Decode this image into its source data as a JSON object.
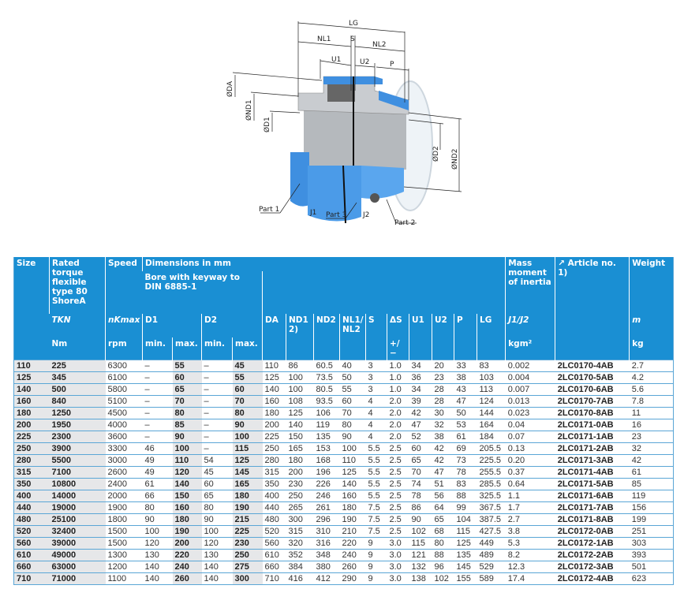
{
  "drawing": {
    "labels": {
      "LG": "LG",
      "NL1": "NL1",
      "S": "S",
      "NL2": "NL2",
      "U1": "U1",
      "U2": "U2",
      "P": "P",
      "DA": "ØDA",
      "ND1": "ØND1",
      "D1": "ØD1",
      "D2": "ØD2",
      "ND2": "ØND2",
      "part1": "Part 1",
      "part2": "Part 2",
      "part3": "Part 3",
      "J1": "J1",
      "J2": "J2"
    },
    "colors": {
      "blue": "#3f8fe0",
      "steel": "#b8bcc0"
    }
  },
  "table": {
    "header": {
      "size": "Size",
      "rated": "Rated torque flexible type 80 ShoreA",
      "speed": "Speed",
      "dimensions": "Dimensions in mm",
      "bore": "Bore with keyway to DIN 6885-1",
      "mass": "Mass moment of inertia",
      "article": "↗ Article no. 1)",
      "weight": "Weight",
      "tkn": "TKN",
      "nkmax": "nKmax",
      "D1": "D1",
      "D2": "D2",
      "DA": "DA",
      "ND1": "ND1 2)",
      "ND2": "ND2",
      "NL": "NL1/ NL2",
      "S": "S",
      "dS": "ΔS",
      "U1": "U1",
      "U2": "U2",
      "P": "P",
      "LG": "LG",
      "J": "J1/J2",
      "m": "m",
      "Nm": "Nm",
      "rpm": "rpm",
      "min1": "min.",
      "max1": "max.",
      "min2": "min.",
      "max2": "max.",
      "pm": "+/−",
      "kgm2": "kgm²",
      "kg": "kg"
    },
    "rows": [
      [
        "110",
        "225",
        "6300",
        "–",
        "55",
        "–",
        "45",
        "110",
        "86",
        "60.5",
        "40",
        "3",
        "1.0",
        "34",
        "20",
        "33",
        "83",
        "0.002",
        "2LC0170-4AB",
        "2.7"
      ],
      [
        "125",
        "345",
        "6100",
        "–",
        "60",
        "–",
        "55",
        "125",
        "100",
        "73.5",
        "50",
        "3",
        "1.0",
        "36",
        "23",
        "38",
        "103",
        "0.004",
        "2LC0170-5AB",
        "4.2"
      ],
      [
        "140",
        "500",
        "5800",
        "–",
        "65",
        "–",
        "60",
        "140",
        "100",
        "80.5",
        "55",
        "3",
        "1.0",
        "34",
        "28",
        "43",
        "113",
        "0.007",
        "2LC0170-6AB",
        "5.6"
      ],
      [
        "160",
        "840",
        "5100",
        "–",
        "70",
        "–",
        "70",
        "160",
        "108",
        "93.5",
        "60",
        "4",
        "2.0",
        "39",
        "28",
        "47",
        "124",
        "0.013",
        "2LC0170-7AB",
        "7.8"
      ],
      [
        "180",
        "1250",
        "4500",
        "–",
        "80",
        "–",
        "80",
        "180",
        "125",
        "106",
        "70",
        "4",
        "2.0",
        "42",
        "30",
        "50",
        "144",
        "0.023",
        "2LC0170-8AB",
        "11"
      ],
      [
        "200",
        "1950",
        "4000",
        "–",
        "85",
        "–",
        "90",
        "200",
        "140",
        "119",
        "80",
        "4",
        "2.0",
        "47",
        "32",
        "53",
        "164",
        "0.04",
        "2LC0171-0AB",
        "16"
      ],
      [
        "225",
        "2300",
        "3600",
        "–",
        "90",
        "–",
        "100",
        "225",
        "150",
        "135",
        "90",
        "4",
        "2.0",
        "52",
        "38",
        "61",
        "184",
        "0.07",
        "2LC0171-1AB",
        "23"
      ],
      [
        "250",
        "3900",
        "3300",
        "46",
        "100",
        "–",
        "115",
        "250",
        "165",
        "153",
        "100",
        "5.5",
        "2.5",
        "60",
        "42",
        "69",
        "205.5",
        "0.13",
        "2LC0171-2AB",
        "32"
      ],
      [
        "280",
        "5500",
        "3000",
        "49",
        "110",
        "54",
        "125",
        "280",
        "180",
        "168",
        "110",
        "5.5",
        "2.5",
        "65",
        "42",
        "73",
        "225.5",
        "0.20",
        "2LC0171-3AB",
        "42"
      ],
      [
        "315",
        "7100",
        "2600",
        "49",
        "120",
        "45",
        "145",
        "315",
        "200",
        "196",
        "125",
        "5.5",
        "2.5",
        "70",
        "47",
        "78",
        "255.5",
        "0.37",
        "2LC0171-4AB",
        "61"
      ],
      [
        "350",
        "10800",
        "2400",
        "61",
        "140",
        "60",
        "165",
        "350",
        "230",
        "226",
        "140",
        "5.5",
        "2.5",
        "74",
        "51",
        "83",
        "285.5",
        "0.64",
        "2LC0171-5AB",
        "85"
      ],
      [
        "400",
        "14000",
        "2000",
        "66",
        "150",
        "65",
        "180",
        "400",
        "250",
        "246",
        "160",
        "5.5",
        "2.5",
        "78",
        "56",
        "88",
        "325.5",
        "1.1",
        "2LC0171-6AB",
        "119"
      ],
      [
        "440",
        "19000",
        "1900",
        "80",
        "160",
        "80",
        "190",
        "440",
        "265",
        "261",
        "180",
        "7.5",
        "2.5",
        "86",
        "64",
        "99",
        "367.5",
        "1.7",
        "2LC0171-7AB",
        "156"
      ],
      [
        "480",
        "25100",
        "1800",
        "90",
        "180",
        "90",
        "215",
        "480",
        "300",
        "296",
        "190",
        "7.5",
        "2.5",
        "90",
        "65",
        "104",
        "387.5",
        "2.7",
        "2LC0171-8AB",
        "199"
      ],
      [
        "520",
        "32400",
        "1500",
        "100",
        "190",
        "100",
        "225",
        "520",
        "315",
        "310",
        "210",
        "7.5",
        "2.5",
        "102",
        "68",
        "115",
        "427.5",
        "3.8",
        "2LC0172-0AB",
        "251"
      ],
      [
        "560",
        "39000",
        "1500",
        "120",
        "200",
        "120",
        "230",
        "560",
        "320",
        "316",
        "220",
        "9",
        "3.0",
        "115",
        "80",
        "125",
        "449",
        "5.3",
        "2LC0172-1AB",
        "303"
      ],
      [
        "610",
        "49000",
        "1300",
        "130",
        "220",
        "130",
        "250",
        "610",
        "352",
        "348",
        "240",
        "9",
        "3.0",
        "121",
        "88",
        "135",
        "489",
        "8.2",
        "2LC0172-2AB",
        "393"
      ],
      [
        "660",
        "63000",
        "1200",
        "140",
        "240",
        "140",
        "275",
        "660",
        "384",
        "380",
        "260",
        "9",
        "3.0",
        "132",
        "96",
        "145",
        "529",
        "12.3",
        "2LC0172-3AB",
        "501"
      ],
      [
        "710",
        "71000",
        "1100",
        "140",
        "260",
        "140",
        "300",
        "710",
        "416",
        "412",
        "290",
        "9",
        "3.0",
        "138",
        "102",
        "155",
        "589",
        "17.4",
        "2LC0172-4AB",
        "623"
      ]
    ]
  }
}
